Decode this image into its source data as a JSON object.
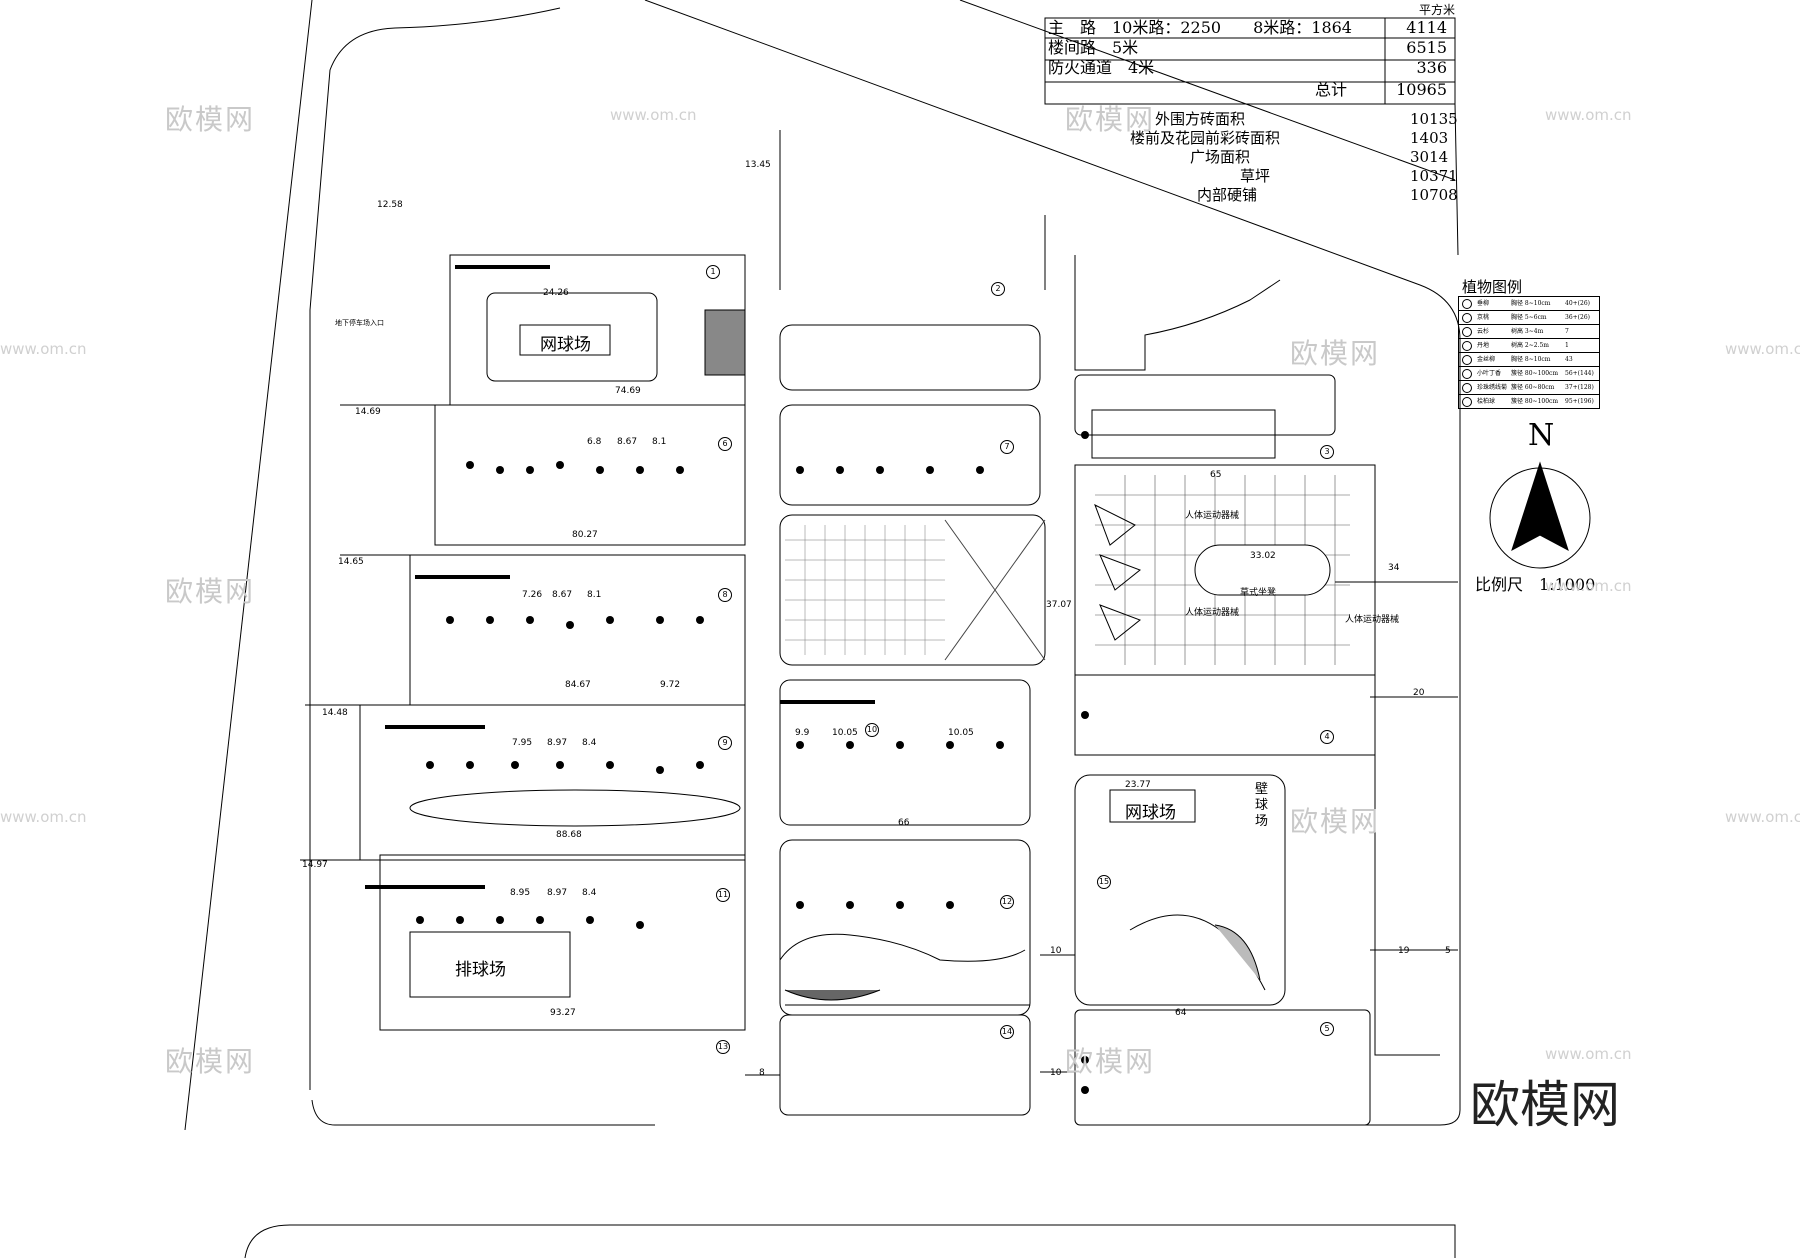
{
  "top_table": {
    "unit": "平方米",
    "rows": [
      {
        "label": "主　路　10米路：2250　　8米路：1864",
        "value": "4114"
      },
      {
        "label": "楼间路　5米",
        "value": "6515"
      },
      {
        "label": "防火通道　4米",
        "value": "336"
      },
      {
        "label": "总计",
        "value": "10965"
      }
    ]
  },
  "summary": [
    {
      "label": "外围方砖面积",
      "value": "10135"
    },
    {
      "label": "楼前及花园前彩砖面积",
      "value": "1403"
    },
    {
      "label": "广场面积",
      "value": "3014"
    },
    {
      "label": "草坪",
      "value": "10371"
    },
    {
      "label": "内部硬铺",
      "value": "10708"
    }
  ],
  "plant_legend": {
    "title": "植物图例",
    "rows": [
      {
        "name": "垂柳",
        "spec": "胸径 8~10cm",
        "qty": "40+(26)"
      },
      {
        "name": "京桃",
        "spec": "胸径 5~6cm",
        "qty": "36+(26)"
      },
      {
        "name": "云杉",
        "spec": "树高 3~4m",
        "qty": "7"
      },
      {
        "name": "丹地",
        "spec": "树高 2~2.5m",
        "qty": "1"
      },
      {
        "name": "金丝柳",
        "spec": "胸径 8~10cm",
        "qty": "43"
      },
      {
        "name": "小叶丁香",
        "spec": "簇径 80~100cm",
        "qty": "56+(144)"
      },
      {
        "name": "珍珠绣线菊",
        "spec": "簇径 60~80cm",
        "qty": "37+(128)"
      },
      {
        "name": "桧柏球",
        "spec": "簇径 80~100cm",
        "qty": "95+(196)"
      }
    ]
  },
  "north_label": "N",
  "scale_label": "比例尺　1:1000",
  "watermark_brand": "欧模网",
  "watermark_url": "www.om.cn",
  "site_labels": {
    "tennis_1": "网球场",
    "tennis_2": "网球场",
    "volleyball": "排球场",
    "wall_ball": "壁球场",
    "plaza_center": "草式坐凳",
    "gym_1": "人体运动器械",
    "gym_2": "人体运动器械",
    "gym_3": "人体运动器械",
    "underground_entry": "地下停车场入口"
  },
  "block_numbers": [
    "1",
    "2",
    "3",
    "4",
    "5",
    "6",
    "7",
    "8",
    "9",
    "10",
    "11",
    "12",
    "13",
    "14",
    "15"
  ],
  "dimensions": {
    "d1": "12.58",
    "d2": "14.69",
    "d3": "14.65",
    "d4": "14.48",
    "d5": "14.97",
    "d6": "74.69",
    "d7": "80.27",
    "d8": "84.67",
    "d9": "88.68",
    "d10": "93.27",
    "d11": "24.26",
    "d12": "23.77",
    "d13": "33.02",
    "d14": "37.07",
    "d15": "66",
    "d16": "64",
    "d17": "34",
    "d18": "20",
    "d19": "19",
    "d20": "10",
    "d21": "10",
    "d22": "8",
    "d23": "5",
    "d24": "13.45",
    "d25": "65",
    "r1": "6.8",
    "r2": "8.67",
    "r3": "8.1",
    "r4": "7.26",
    "r5": "8.67",
    "r6": "8.1",
    "r7": "7.95",
    "r8": "8.97",
    "r9": "8.4",
    "r10": "8.95",
    "r11": "8.97",
    "r12": "8.4",
    "r13": "9.9",
    "r14": "10.05",
    "r15": "10.05",
    "r16": "9.72"
  }
}
